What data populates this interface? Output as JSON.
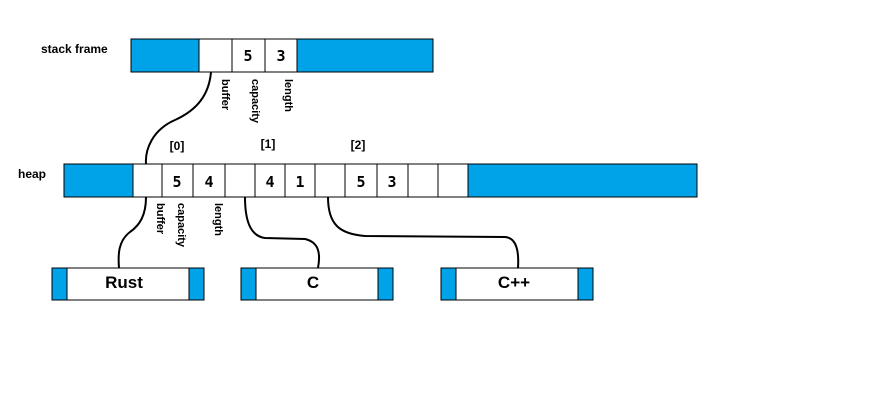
{
  "diagram": {
    "stack_label": "stack frame",
    "heap_label": "heap",
    "stack_cells": [
      "",
      "5",
      "3"
    ],
    "stack_field_labels": [
      "buffer",
      "capacity",
      "length"
    ],
    "heap_indices": [
      "[0]",
      "[1]",
      "[2]"
    ],
    "heap_cells": [
      "",
      "5",
      "4",
      "",
      "4",
      "1",
      "",
      "5",
      "3",
      "",
      ""
    ],
    "heap_field_labels": [
      "buffer",
      "capacity",
      "length"
    ],
    "strings": [
      "Rust",
      "C",
      "C++"
    ],
    "colors": {
      "block": "#00a2e8",
      "cell": "#ffffff",
      "line": "#000000"
    }
  }
}
